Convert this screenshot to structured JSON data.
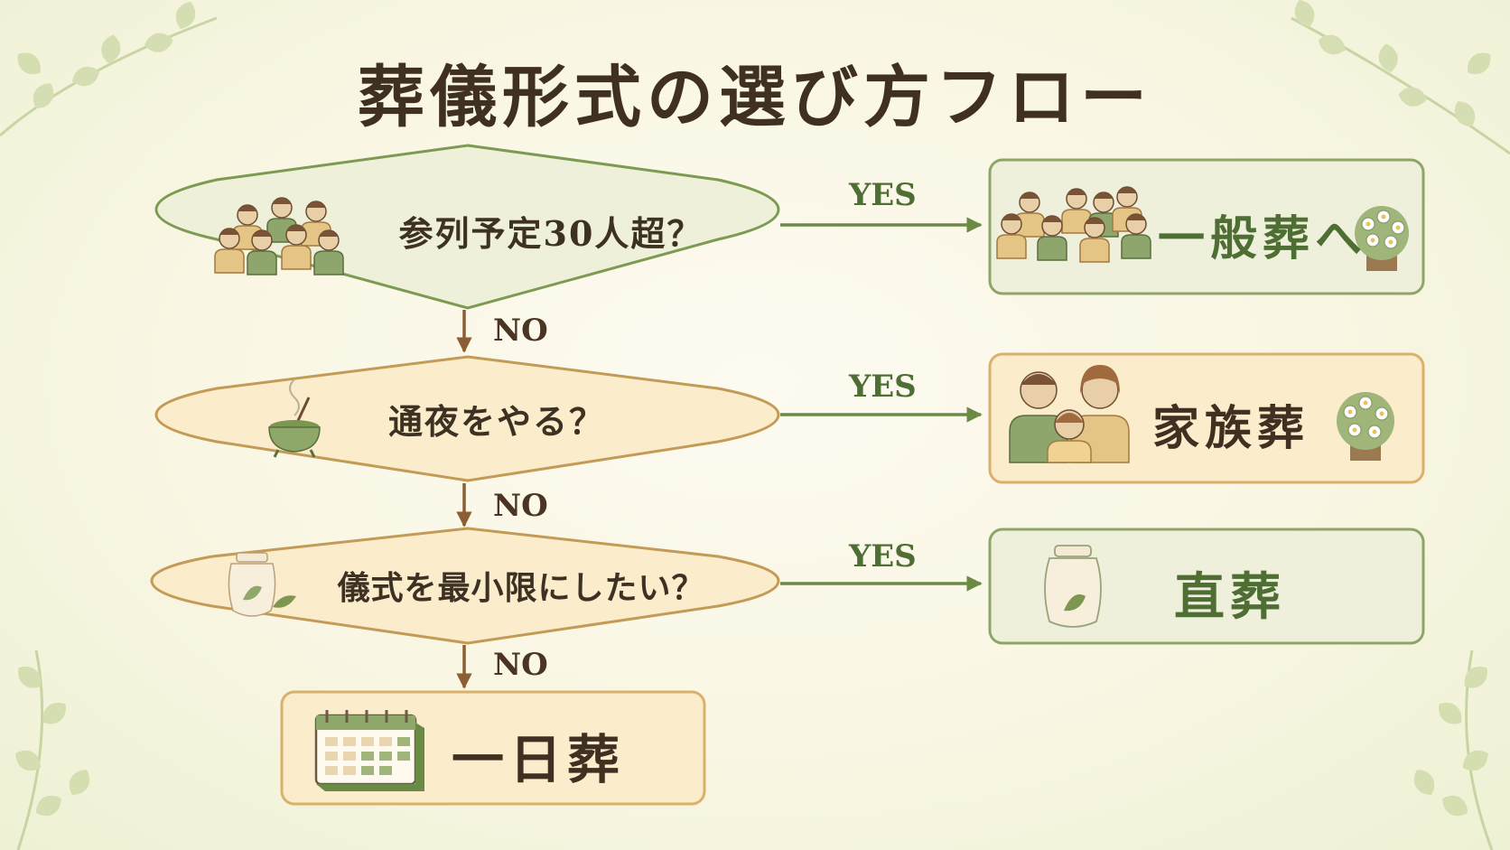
{
  "title": "葬儀形式の選び方フロー",
  "questions": [
    {
      "text": "参列予定30人超？",
      "icon": "people-group-icon"
    },
    {
      "text": "通夜をやる？",
      "icon": "incense-burner-icon"
    },
    {
      "text": "儀式を最小限にしたい？",
      "icon": "urn-icon"
    }
  ],
  "branches": {
    "yes": "YES",
    "no": "NO"
  },
  "results": {
    "general": {
      "text": "一般葬へ",
      "icon": "large-family-icon",
      "icon2": "flower-arrangement-icon"
    },
    "family": {
      "text": "家族葬",
      "icon": "family-icon",
      "icon2": "flower-arrangement-icon"
    },
    "direct": {
      "text": "直葬",
      "icon": "urn-icon"
    },
    "oneday": {
      "text": "一日葬",
      "icon": "calendar-icon"
    }
  },
  "colors": {
    "title": "#3f3022",
    "green_accent": "#4e6e34",
    "brown_accent": "#8b5e34",
    "green_box": "#eef0dc",
    "orange_box": "#fbeccb"
  }
}
